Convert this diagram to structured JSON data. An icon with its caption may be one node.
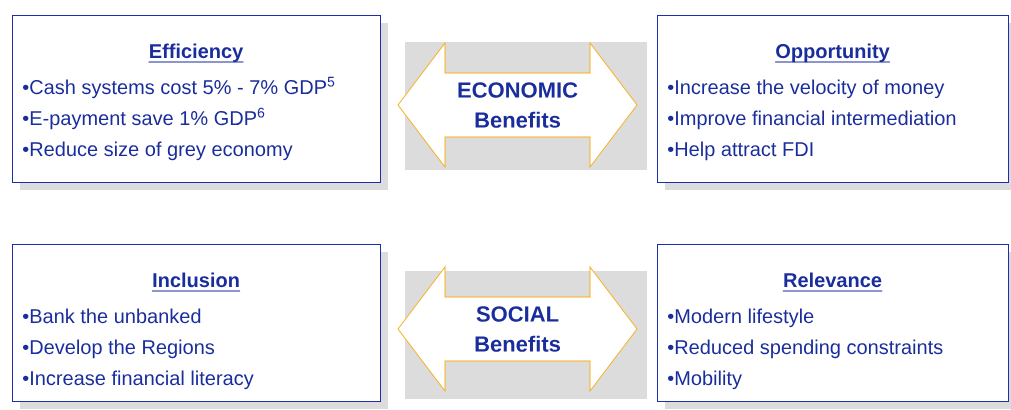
{
  "diagram": {
    "nodes": [
      {
        "text": [
          "Efficiency",
          "•Cash systems cost 5% - 7% GDP$^{5}$",
          "•E-payment save 1% GDP$^{6}$",
          "•Reduce size of grey economy"
        ]
      },
      {
        "text": [
          "Opportunity",
          "•Increase the velocity of money",
          "•Improve financial intermediation",
          "•Help attract FDI"
        ]
      },
      {
        "text": [
          "Inclusion",
          "•Bank the unbanked",
          "•Develop the Regions",
          "•Increase financial literacy"
        ]
      },
      {
        "text": [
          "Relevance",
          "•Modern lifestyle",
          "•Reduced spending constraints",
          "•Mobility"
        ]
      }
    ],
    "edges": [
      {
        "from": 0,
        "to": 1,
        "arrow": "both",
        "label": "ECONOMIC Benefits"
      },
      {
        "from": 2,
        "to": 3,
        "arrow": "both",
        "label": "SOCIAL Benefits"
      }
    ]
  }
}
